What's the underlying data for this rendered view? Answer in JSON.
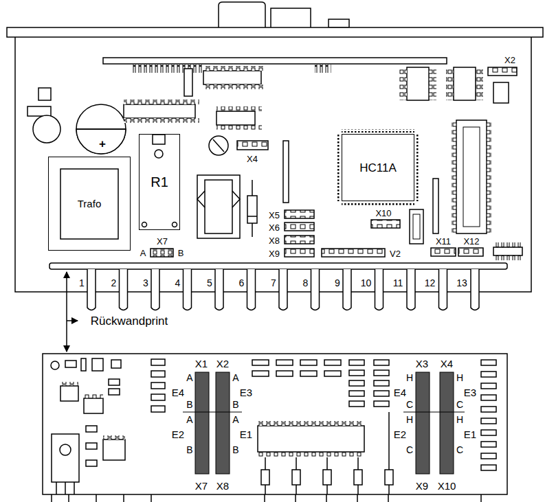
{
  "diagram": {
    "nodes": [
      {
        "text": [
          "Trafo"
        ]
      },
      {
        "text": [
          "R1"
        ]
      },
      {
        "text": [
          "HC11A"
        ]
      }
    ],
    "labels": [
      "X2",
      "X4",
      "X5",
      "X6",
      "X8",
      "X9",
      "X10",
      "V2",
      "X11",
      "X12",
      "X7",
      "A",
      "B",
      "+",
      "1",
      "2",
      "3",
      "4",
      "5",
      "6",
      "7",
      "8",
      "9",
      "10",
      "11",
      "12",
      "13",
      "Rückwandprint",
      "X1",
      "X2",
      "A",
      "E4",
      "B",
      "A",
      "E2",
      "B",
      "A",
      "E3",
      "B",
      "A",
      "E1",
      "B",
      "X7",
      "X8",
      "X3",
      "X4",
      "H",
      "E4",
      "C",
      "H",
      "E2",
      "C",
      "H",
      "E3",
      "C",
      "H",
      "E1",
      "C",
      "X9",
      "X10"
    ]
  }
}
